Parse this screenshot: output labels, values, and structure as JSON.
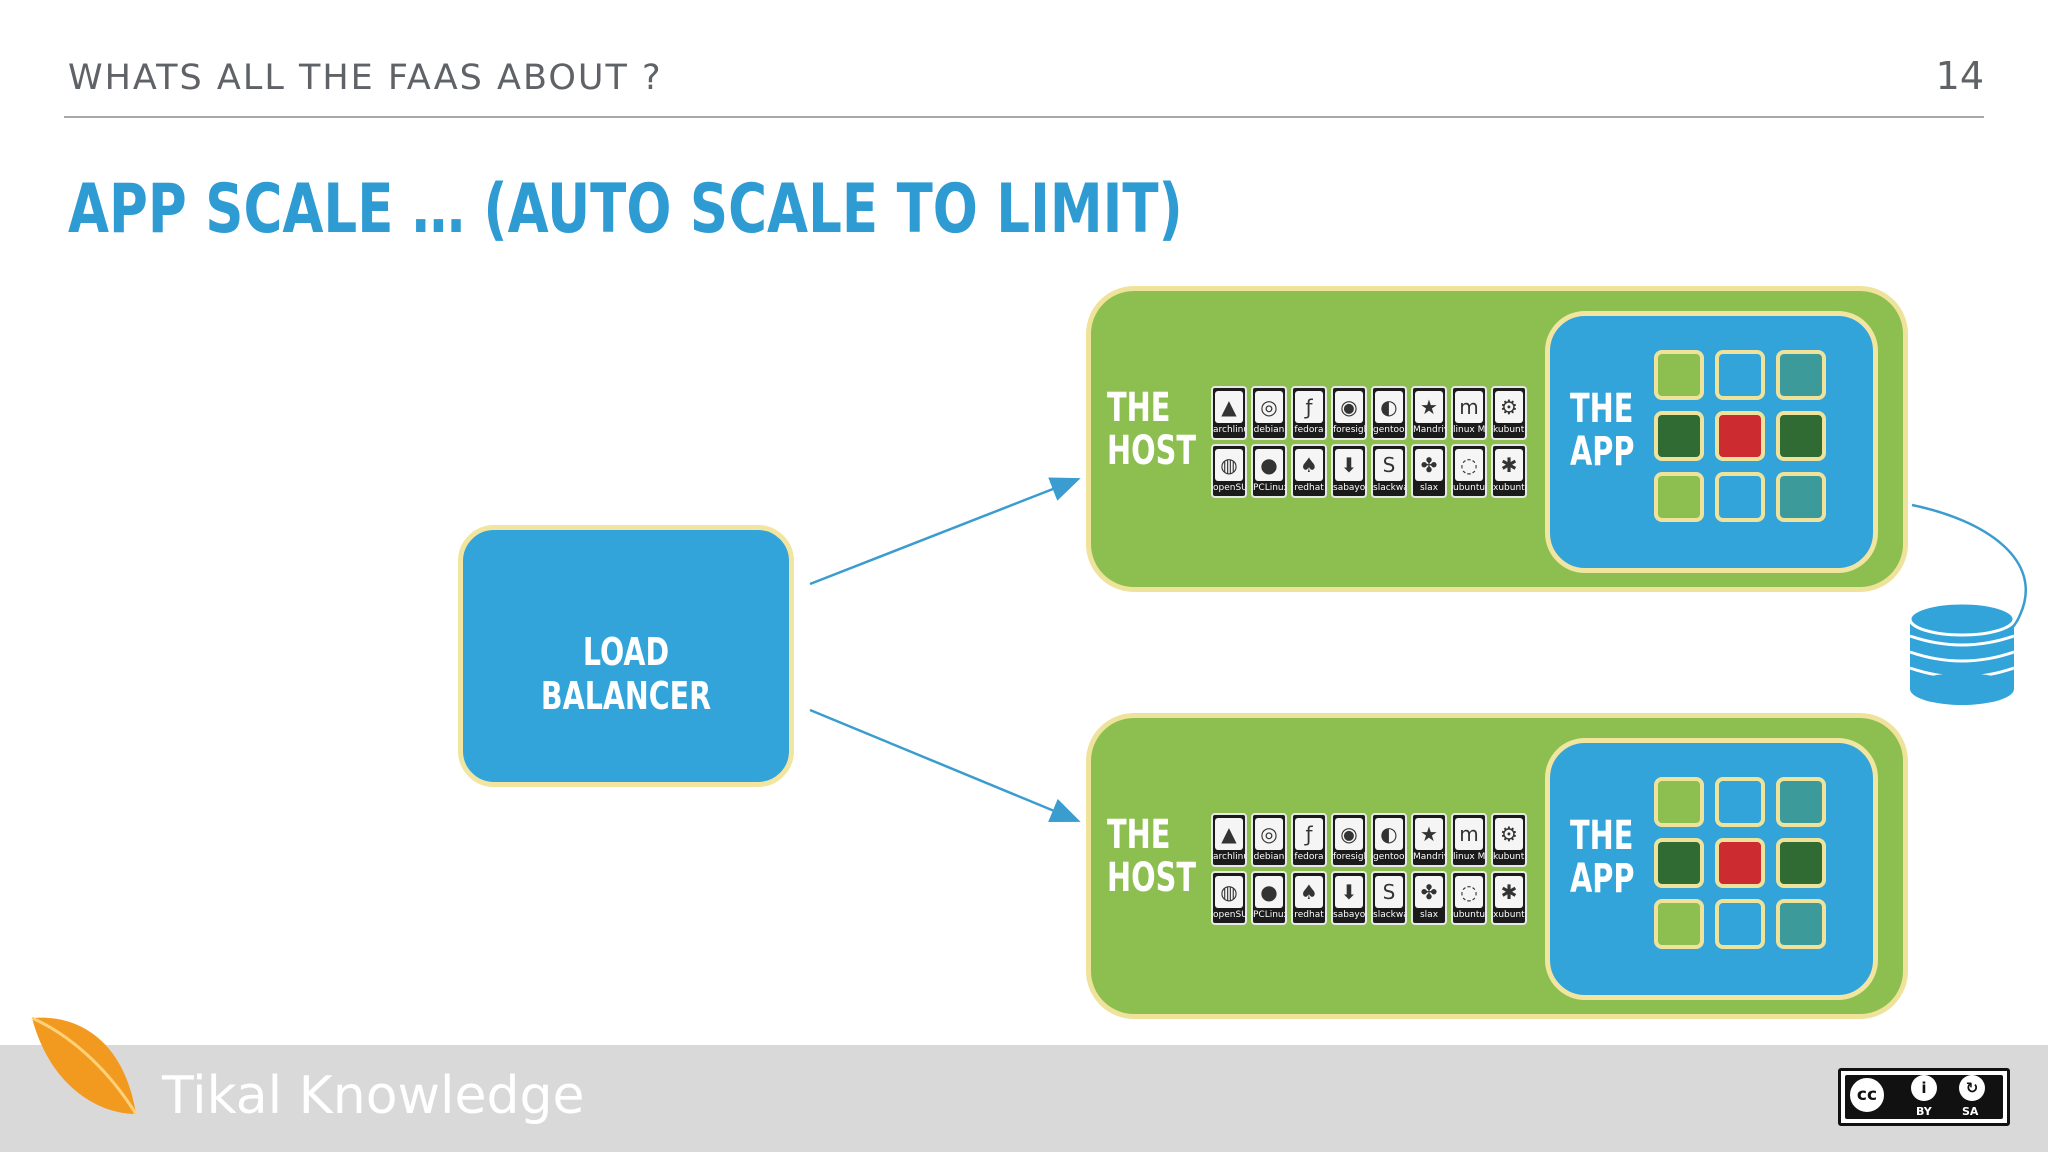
{
  "header": {
    "title": "WHATS ALL THE FAAS ABOUT ?",
    "page_number": "14"
  },
  "slide": {
    "title": "APP SCALE … (AUTO SCALE TO LIMIT)"
  },
  "diagram": {
    "load_balancer": {
      "label": "LOAD BALANCER"
    },
    "hosts": [
      {
        "host_label": [
          "THE",
          "HOST"
        ],
        "app_label": [
          "THE",
          "APP"
        ]
      },
      {
        "host_label": [
          "THE",
          "HOST"
        ],
        "app_label": [
          "THE",
          "APP"
        ]
      }
    ],
    "distro_logos": [
      {
        "name": "archlinux",
        "icon": "arch-logo-icon"
      },
      {
        "name": "debian",
        "icon": "debian-logo-icon"
      },
      {
        "name": "fedora",
        "icon": "fedora-logo-icon"
      },
      {
        "name": "foresight linux",
        "icon": "foresight-logo-icon"
      },
      {
        "name": "gentoo linux",
        "icon": "gentoo-logo-icon"
      },
      {
        "name": "Mandriva",
        "icon": "mandriva-logo-icon"
      },
      {
        "name": "linux Mint",
        "icon": "mint-logo-icon"
      },
      {
        "name": "kubuntu",
        "icon": "kubuntu-logo-icon"
      },
      {
        "name": "openSUSE",
        "icon": "opensuse-logo-icon"
      },
      {
        "name": "PCLinuxOS",
        "icon": "pclinuxos-logo-icon"
      },
      {
        "name": "redhat",
        "icon": "redhat-logo-icon"
      },
      {
        "name": "sabayon",
        "icon": "sabayon-logo-icon"
      },
      {
        "name": "slackware",
        "icon": "slackware-logo-icon"
      },
      {
        "name": "slax",
        "icon": "slax-logo-icon"
      },
      {
        "name": "ubuntu",
        "icon": "ubuntu-logo-icon"
      },
      {
        "name": "xubuntu",
        "icon": "xubuntu-logo-icon"
      }
    ],
    "app_cell_colors": [
      "#8cbf4f",
      "#32a4da",
      "#3c9a9a",
      "#2f6b32",
      "#cc2c2f",
      "#2f6b32",
      "#8cbf4f",
      "#32a4da",
      "#3c9a9a"
    ],
    "colors": {
      "title_blue": "#2f9bd3",
      "host_green": "#8cbf4f",
      "app_blue": "#32a4da",
      "outline_yellow": "#f1e5a0",
      "arrow": "#3a9ccf"
    },
    "icons": [
      "database-icon",
      "tikal-leaf-icon"
    ]
  },
  "footer": {
    "brand": "Tikal Knowledge",
    "license": {
      "by": "BY",
      "sa": "SA",
      "cc": "cc"
    }
  }
}
